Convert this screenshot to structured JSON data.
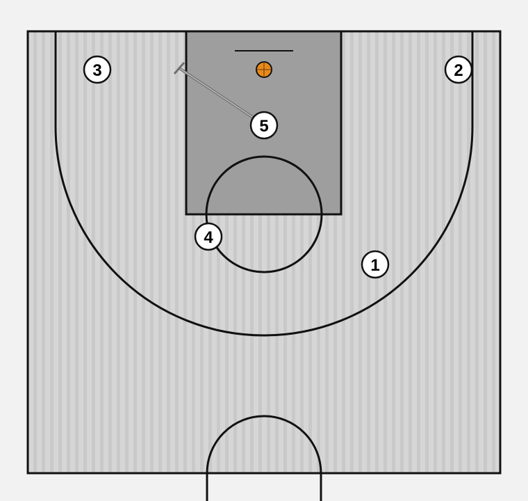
{
  "diagram": {
    "colors": {
      "court": "#cfcfcf",
      "paint": "#9a9a9a",
      "lines": "#111111",
      "player_fill": "#ffffff",
      "ball": "#e8891c",
      "screen": "#7a7a7a"
    },
    "players": [
      {
        "id": "player-1",
        "label": "1"
      },
      {
        "id": "player-2",
        "label": "2"
      },
      {
        "id": "player-3",
        "label": "3"
      },
      {
        "id": "player-4",
        "label": "4"
      },
      {
        "id": "player-5",
        "label": "5"
      }
    ],
    "ball": {
      "icon": "basketball-icon"
    },
    "actions": [
      {
        "type": "screen",
        "from": "5",
        "description_icon": "screen-line"
      }
    ]
  }
}
